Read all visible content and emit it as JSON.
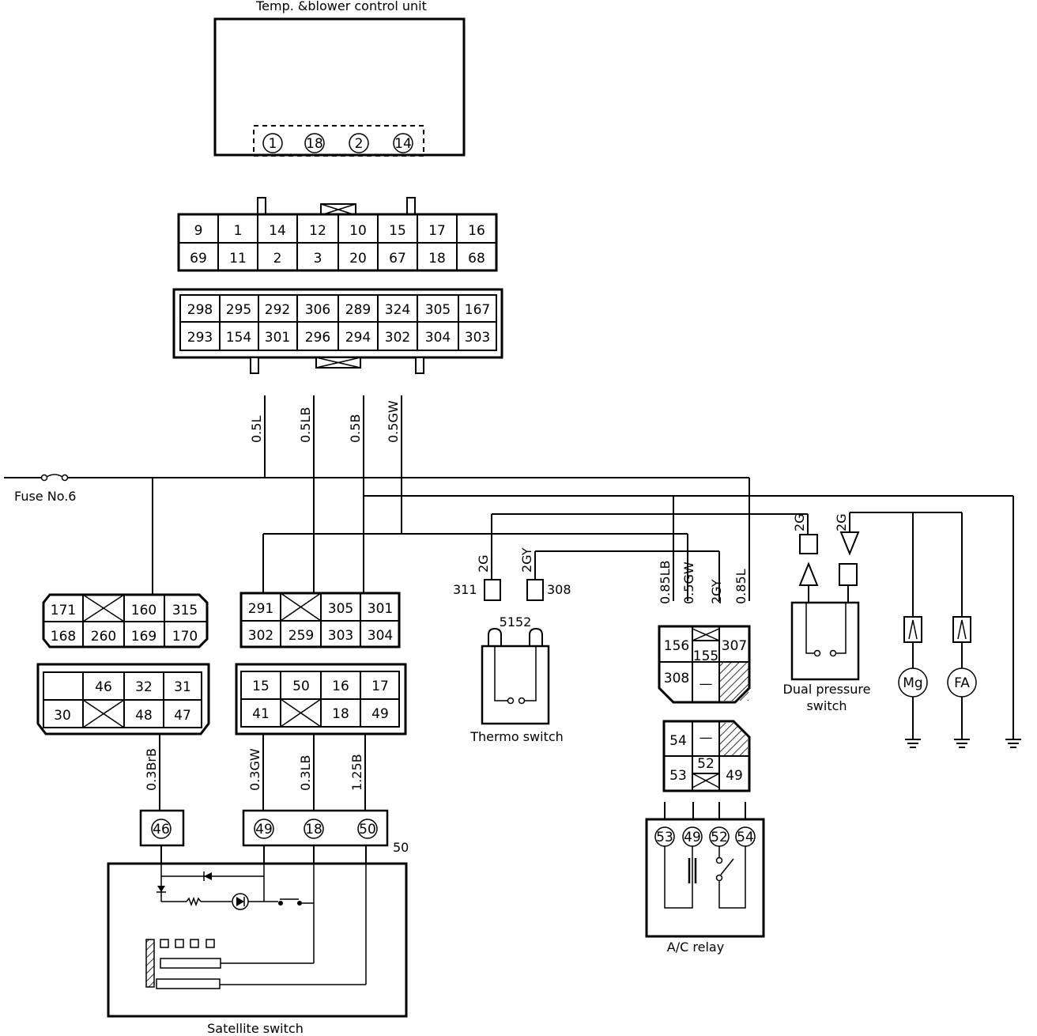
{
  "labels": {
    "control_unit": "Temp. &blower control unit",
    "fuse": "Fuse No.6",
    "thermo_switch": "Thermo switch",
    "dual_pressure_switch_line1": "Dual pressure",
    "dual_pressure_switch_line2": "switch",
    "ac_relay": "A/C relay",
    "satellite_switch": "Satellite switch",
    "magnet_clutch": "Mg",
    "fan": "FA",
    "thermo_code": "5152",
    "terminal_311": "311",
    "terminal_308": "308",
    "satellite_50": "50"
  },
  "control_unit_terminals": [
    "1",
    "18",
    "2",
    "14"
  ],
  "connector_top": {
    "row1": [
      "9",
      "1",
      "14",
      "12",
      "10",
      "15",
      "17",
      "16"
    ],
    "row2": [
      "69",
      "11",
      "2",
      "3",
      "20",
      "67",
      "18",
      "68"
    ]
  },
  "connector_harness": {
    "row1": [
      "298",
      "295",
      "292",
      "306",
      "289",
      "324",
      "305",
      "167"
    ],
    "row2": [
      "293",
      "154",
      "301",
      "296",
      "294",
      "302",
      "304",
      "303"
    ]
  },
  "wires_main": [
    "0.5L",
    "0.5LB",
    "0.5B",
    "0.5GW"
  ],
  "wires_thermo": [
    "2G",
    "2GY"
  ],
  "wires_relay": [
    "0.85LB",
    "0.5GW",
    "2GY",
    "0.85L"
  ],
  "wires_dual": [
    "2G",
    "2G"
  ],
  "wires_satellite": [
    "0.3BrB",
    "0.3GW",
    "0.3LB",
    "1.25B"
  ],
  "conn_a_upper": {
    "row1": [
      "171",
      "",
      "160",
      "315"
    ],
    "row2": [
      "168",
      "260",
      "169",
      "170"
    ]
  },
  "conn_a_lower": {
    "row1": [
      "",
      "46",
      "32",
      "31"
    ],
    "row2": [
      "30",
      "",
      "48",
      "47"
    ]
  },
  "conn_b_upper": {
    "row1": [
      "291",
      "",
      "305",
      "301"
    ],
    "row2": [
      "302",
      "259",
      "303",
      "304"
    ]
  },
  "conn_b_lower": {
    "row1": [
      "15",
      "50",
      "16",
      "17"
    ],
    "row2": [
      "41",
      "",
      "18",
      "49"
    ]
  },
  "relay_conn_upper": [
    "156",
    "155",
    "307",
    "308",
    "—"
  ],
  "relay_conn_lower": [
    "54",
    "—",
    "52",
    "53",
    "49"
  ],
  "relay_terminals": [
    "53",
    "49",
    "52",
    "54"
  ],
  "satellite_terminals": [
    "46",
    "49",
    "18",
    "50"
  ]
}
